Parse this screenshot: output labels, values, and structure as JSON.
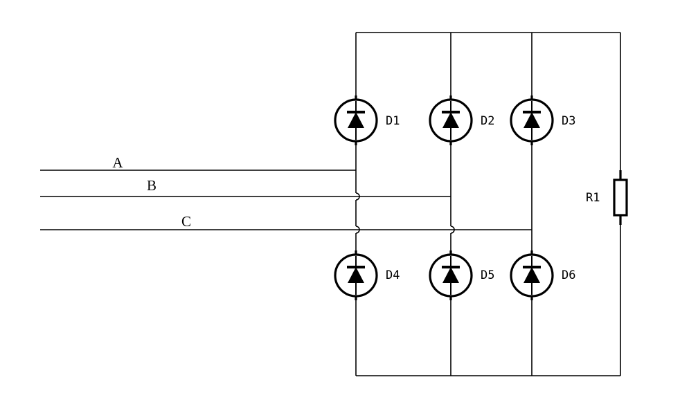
{
  "phases": [
    {
      "id": "A",
      "label": "A"
    },
    {
      "id": "B",
      "label": "B"
    },
    {
      "id": "C",
      "label": "C"
    }
  ],
  "diodes": {
    "upper": [
      {
        "id": "D1",
        "label": "D1"
      },
      {
        "id": "D2",
        "label": "D2"
      },
      {
        "id": "D3",
        "label": "D3"
      }
    ],
    "lower": [
      {
        "id": "D4",
        "label": "D4"
      },
      {
        "id": "D5",
        "label": "D5"
      },
      {
        "id": "D6",
        "label": "D6"
      }
    ]
  },
  "resistor": {
    "id": "R1",
    "label": "R1"
  }
}
